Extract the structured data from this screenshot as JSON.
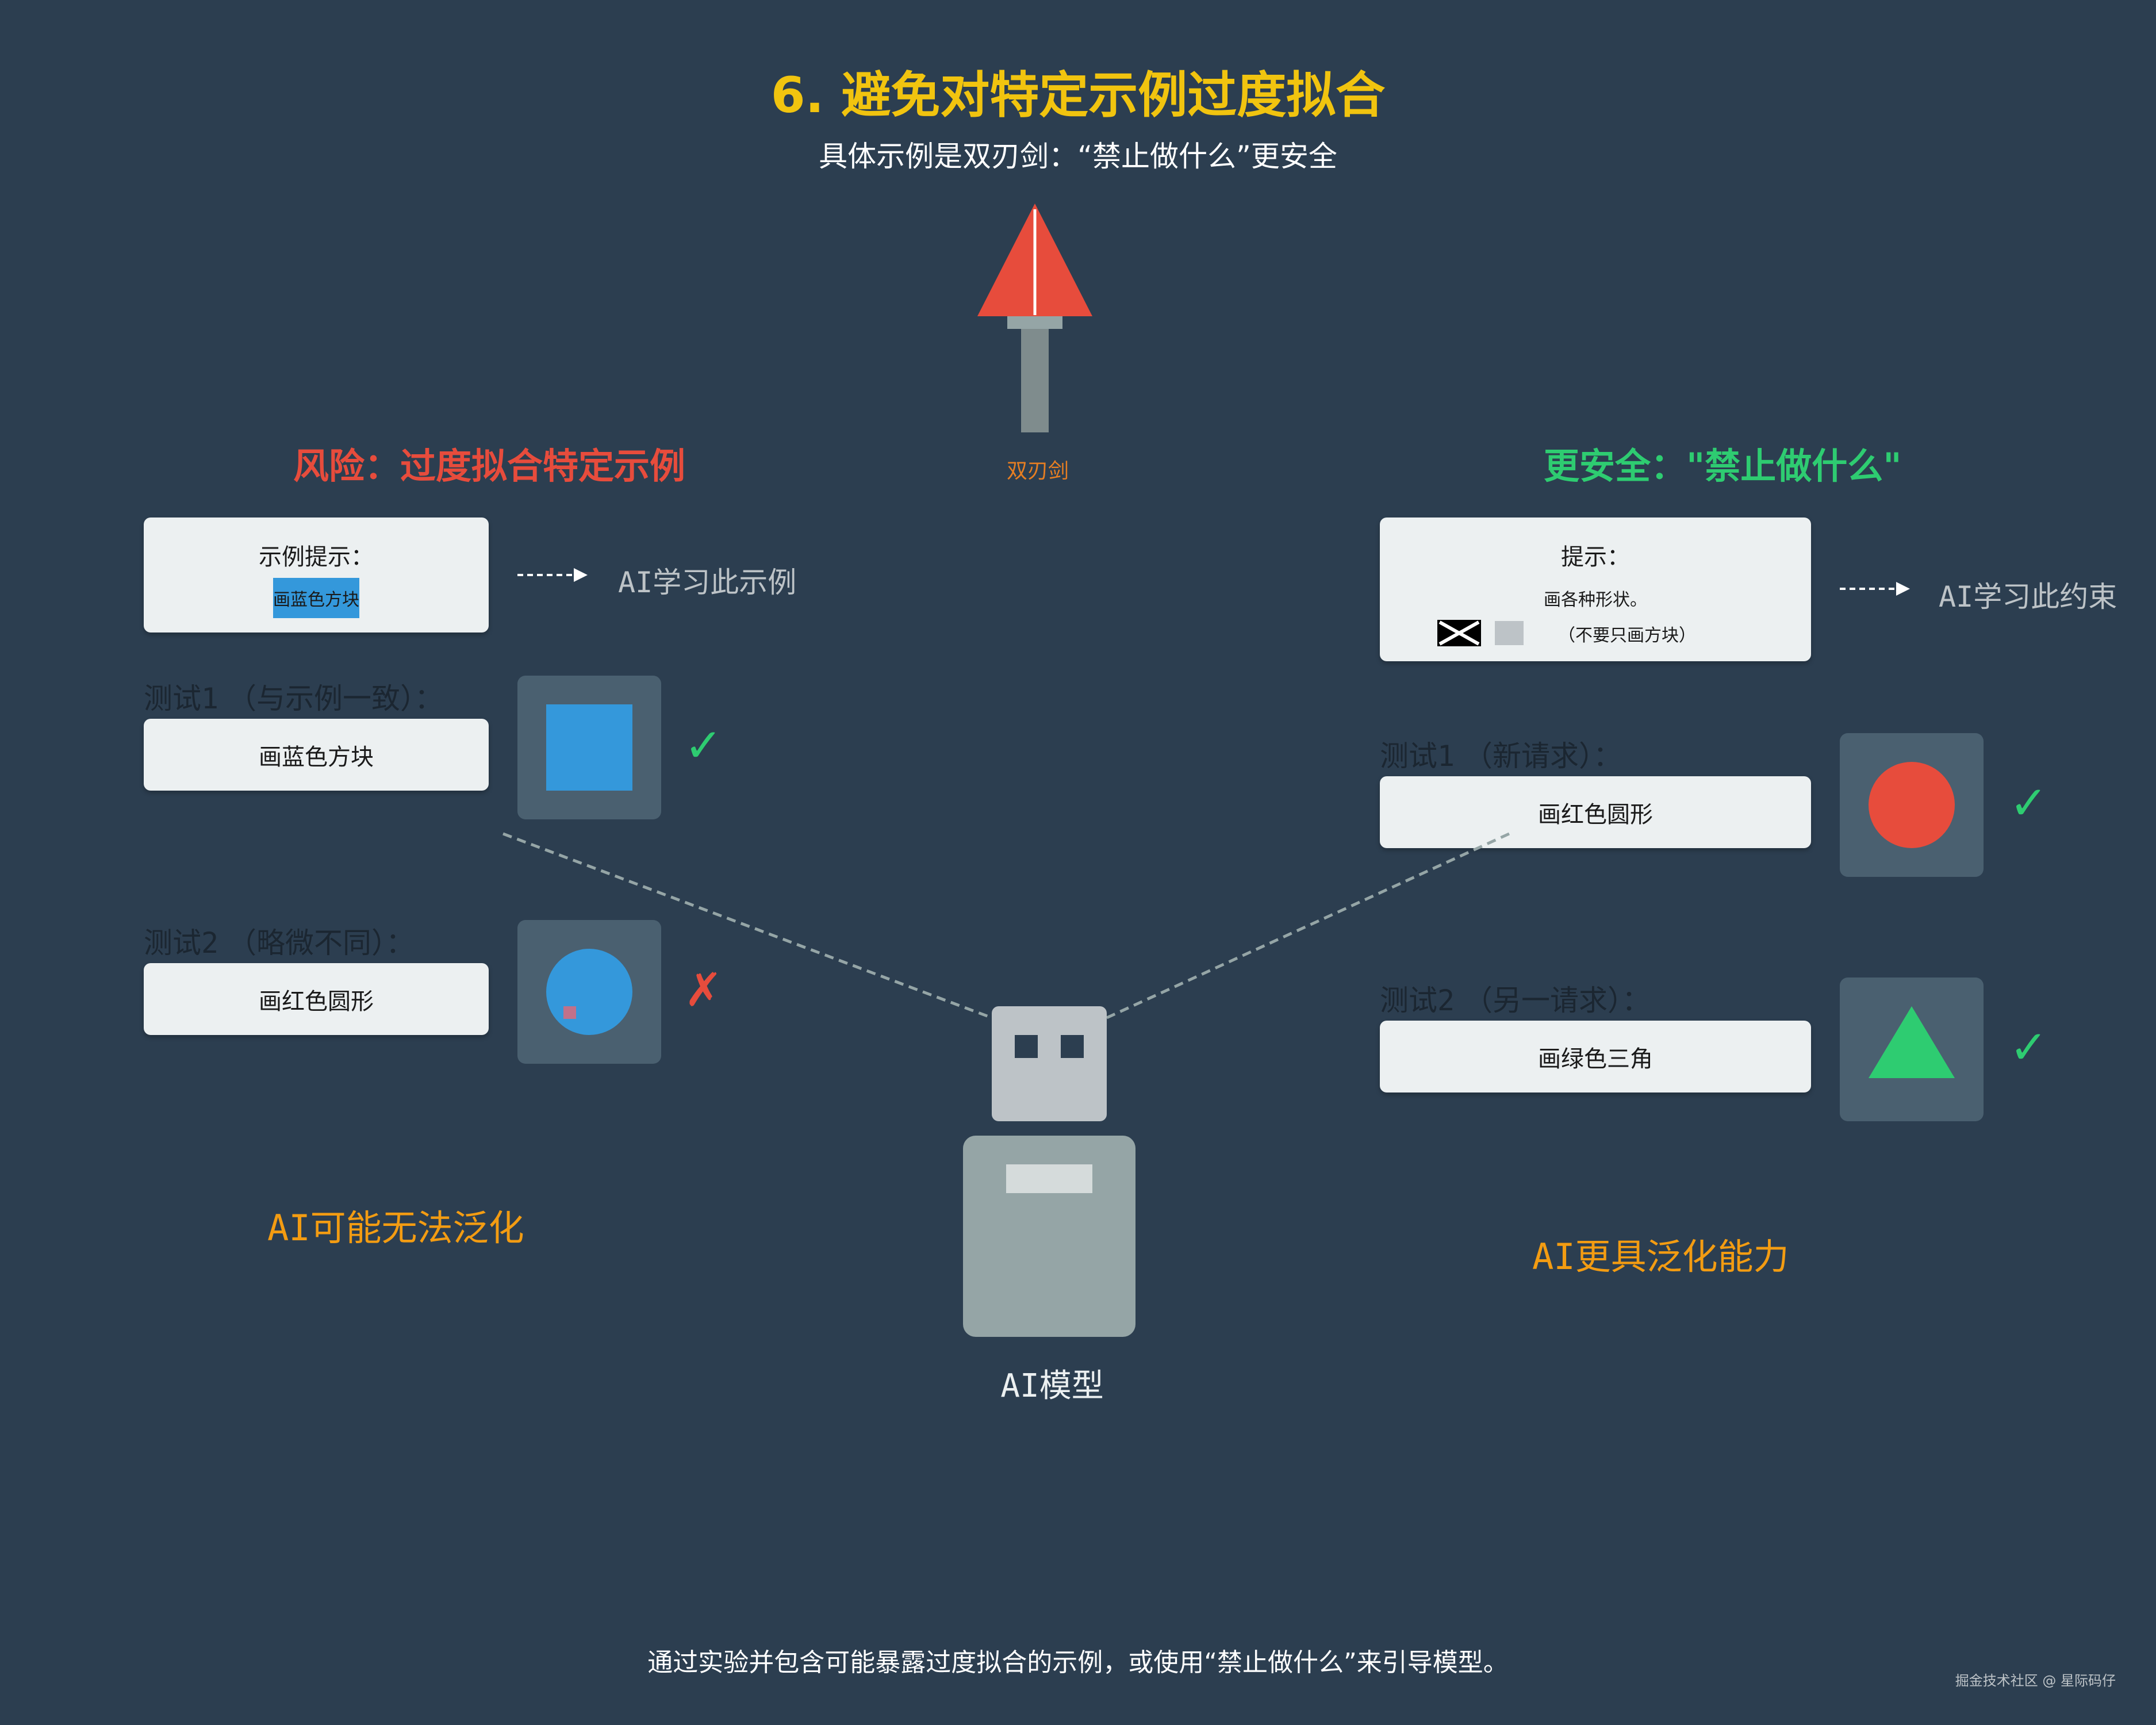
{
  "title": "6. 避免对特定示例过度拟合",
  "subtitle": "具体示例是双刃剑：“禁止做什么”更安全",
  "sword": {
    "label": "双刃剑"
  },
  "left": {
    "heading": "风险：过度拟合特定示例",
    "prompt_title": "示例提示：",
    "prompt_tag": "画蓝色方块",
    "flow_prefix": "AI",
    "flow_text": "学习此示例",
    "tests": [
      {
        "label_prefix": "测试",
        "label_num": "1",
        "label_suffix": "（与示例一致）：",
        "prompt": "画蓝色方块",
        "result": "✓",
        "result_status": "pass"
      },
      {
        "label_prefix": "测试",
        "label_num": "2",
        "label_suffix": "（略微不同）：",
        "prompt": "画红色圆形",
        "result": "✗",
        "result_status": "fail"
      }
    ],
    "conclusion_prefix": "AI",
    "conclusion_text": "可能无法泛化"
  },
  "right": {
    "heading": "更安全：\"禁止做什么\"",
    "prompt_title": "提示：",
    "prompt_line1": "画各种形状。",
    "prompt_line2": "（不要只画方块）",
    "flow_prefix": "AI",
    "flow_text": "学习此约束",
    "tests": [
      {
        "label_prefix": "测试",
        "label_num": "1",
        "label_suffix": "（新请求）：",
        "prompt": "画红色圆形",
        "result": "✓",
        "result_status": "pass"
      },
      {
        "label_prefix": "测试",
        "label_num": "2",
        "label_suffix": "（另一请求）：",
        "prompt": "画绿色三角",
        "result": "✓",
        "result_status": "pass"
      }
    ],
    "conclusion_prefix": "AI",
    "conclusion_text": "更具泛化能力"
  },
  "robot": {
    "label_prefix": "AI",
    "label_text": "模型"
  },
  "footer": "通过实验并包含可能暴露过度拟合的示例，或使用“禁止做什么”来引导模型。",
  "credit": "掘金技术社区 @ 星际码仔",
  "colors": {
    "background": "#2c3e50",
    "title": "#f1c40f",
    "risk": "#e74c3c",
    "safe": "#2ecc71",
    "conclusion": "#f39c12",
    "blue": "#3498db",
    "red": "#e74c3c",
    "green": "#2ecc71"
  },
  "icons": {
    "sword": "sword-icon",
    "check": "check-mark-icon",
    "cross": "cross-mark-icon",
    "arrow": "dashed-arrow-icon"
  }
}
